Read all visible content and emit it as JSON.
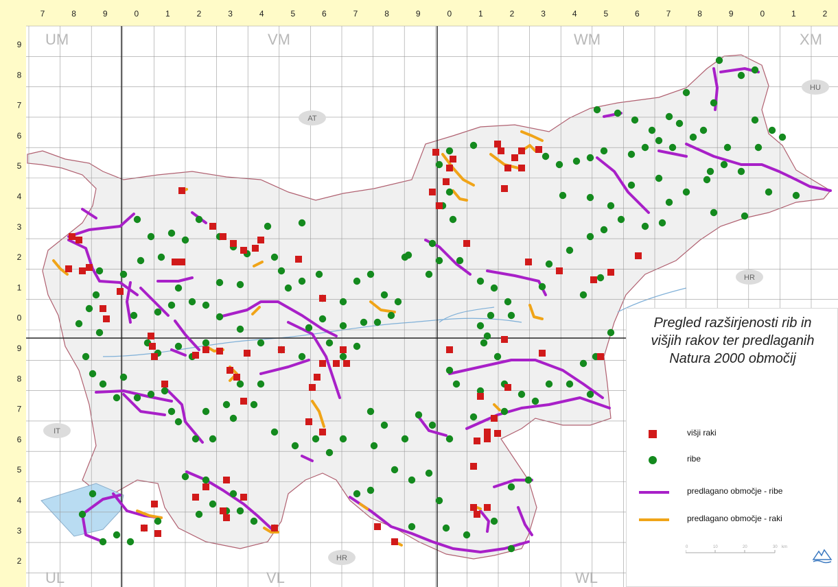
{
  "map": {
    "x_ticks": [
      "7",
      "8",
      "9",
      "0",
      "1",
      "2",
      "3",
      "4",
      "5",
      "6",
      "7",
      "8",
      "9",
      "0",
      "1",
      "2",
      "3",
      "4",
      "5",
      "6",
      "7",
      "8",
      "9",
      "0",
      "1",
      "2"
    ],
    "y_ticks": [
      "9",
      "8",
      "7",
      "6",
      "5",
      "4",
      "3",
      "2",
      "1",
      "0",
      "9",
      "8",
      "7",
      "6",
      "5",
      "4",
      "3",
      "2"
    ],
    "zones": [
      "UM",
      "VM",
      "WM",
      "XM",
      "UL",
      "VL",
      "WL"
    ],
    "countries": [
      "AT",
      "HU",
      "HR",
      "IT",
      "HR"
    ]
  },
  "legend": {
    "title_lines": [
      "Pregled razširjenosti rib in",
      "višjih rakov ter predlaganih",
      "Natura 2000 območij"
    ],
    "items": [
      {
        "label": "višji raki",
        "symbol": "square",
        "color": "#d11a1a"
      },
      {
        "label": "ribe",
        "symbol": "circle",
        "color": "#148a1e"
      },
      {
        "label": "predlagano območje - ribe",
        "symbol": "line",
        "color": "#a820c8"
      },
      {
        "label": "predlagano območje - raki",
        "symbol": "line",
        "color": "#f0a418"
      }
    ],
    "scale_labels": [
      "0",
      "10",
      "20",
      "30",
      "km"
    ]
  },
  "colors": {
    "background": "#fffbc8",
    "land": "#f1f1f1",
    "border": "#b06070",
    "grid": "#9a9a9a",
    "river": "#7fb0d8",
    "sea": "#b9dcf2"
  }
}
